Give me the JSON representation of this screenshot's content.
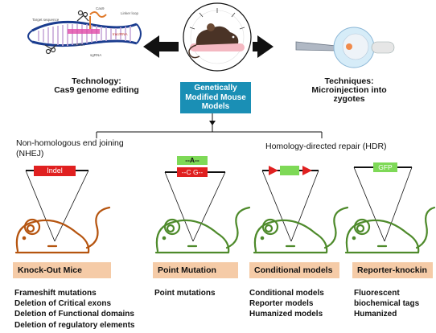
{
  "center": {
    "label": "Genetically Modified Mouse Models"
  },
  "left": {
    "title": "Technology:",
    "subtitle": "Cas9 genome editing",
    "dna_labels": [
      "Target sequence",
      "Cas9",
      "Linker loop",
      "crRNA",
      "tracrRNA",
      "sgRNA"
    ]
  },
  "right": {
    "title": "Techniques:",
    "subtitle": "Microinjection into zygotes"
  },
  "branches": {
    "nhej": "Non-homologous end joining (NHEJ)",
    "hdr": "Homology-directed repair (HDR)"
  },
  "constructs": {
    "indel": "Indel",
    "pm_top": "--A--",
    "pm_bottom": "--C G--",
    "gfp": "GFP"
  },
  "categories": [
    {
      "title": "Knock-Out Mice",
      "items": [
        "Frameshift mutations",
        "Deletion of Critical exons",
        "Deletion of Functional domains",
        "Deletion of regulatory elements"
      ]
    },
    {
      "title": "Point Mutation",
      "items": [
        "Point mutations"
      ]
    },
    {
      "title": "Conditional models",
      "items": [
        "Conditional models",
        "Reporter models",
        "Humanized models"
      ]
    },
    {
      "title": "Reporter-knockin",
      "items": [
        "Fluorescent",
        "biochemical tags",
        "Humanized"
      ]
    }
  ],
  "colors": {
    "accent": "#1a8fb5",
    "ko_mouse": "#b5540f",
    "mouse_green": "#4e8a2b",
    "cat_box": "#f5cba7",
    "red": "#e02020",
    "green_box": "#7ed957"
  }
}
